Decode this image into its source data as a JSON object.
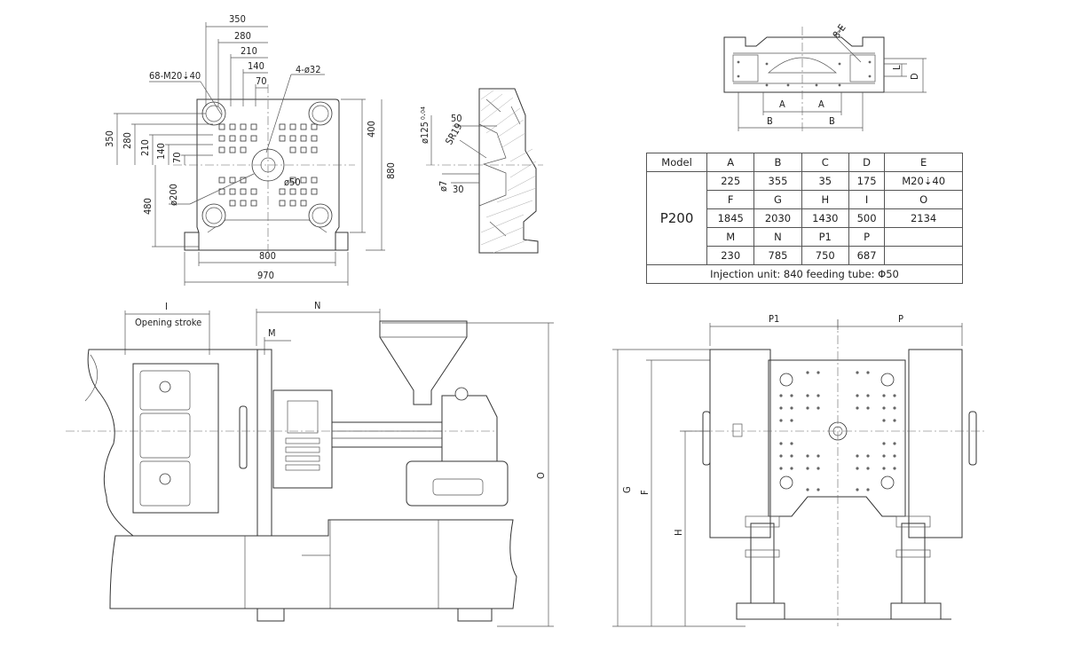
{
  "mould_plate": {
    "dims": {
      "d350": "350",
      "d280": "280",
      "d210": "210",
      "d140": "140",
      "d70": "70",
      "bolt": "68-M20⇣40",
      "holes": "4-ø32",
      "v350": "350",
      "v280": "280",
      "v210": "210",
      "v140": "140",
      "v70": "70",
      "dia200": "ø200",
      "v480": "480",
      "v400": "400",
      "v880": "880",
      "w800": "800",
      "w970": "970",
      "phi50": "ø50"
    }
  },
  "section": {
    "dims": {
      "d125": "ø125 ⁰·⁰⁴",
      "d50": "50",
      "sr19": "SR19",
      "d7": "ø7",
      "d30": "30"
    }
  },
  "topview": {
    "dims": {
      "e": "8-E",
      "l": "L",
      "d": "D",
      "a1": "A",
      "a2": "A",
      "b1": "B",
      "b2": "B"
    }
  },
  "spec_table": {
    "header": [
      "Model",
      "A",
      "B",
      "C",
      "D",
      "E"
    ],
    "model": "P200",
    "rows": [
      [
        "225",
        "355",
        "35",
        "175",
        "M20⇣40"
      ],
      [
        "F",
        "G",
        "H",
        "I",
        "O"
      ],
      [
        "1845",
        "2030",
        "1430",
        "500",
        "2134"
      ],
      [
        "M",
        "N",
        "P1",
        "P",
        ""
      ],
      [
        "230",
        "785",
        "750",
        "687",
        ""
      ]
    ],
    "footer": "Injection unit: 840  feeding tube: Φ50"
  },
  "side_view": {
    "labels": {
      "i": "I",
      "opening": "Opening stroke",
      "n": "N",
      "m": "M",
      "o": "O"
    }
  },
  "end_view": {
    "labels": {
      "p1": "P1",
      "p": "P",
      "g": "G",
      "f": "F",
      "h": "H"
    }
  }
}
